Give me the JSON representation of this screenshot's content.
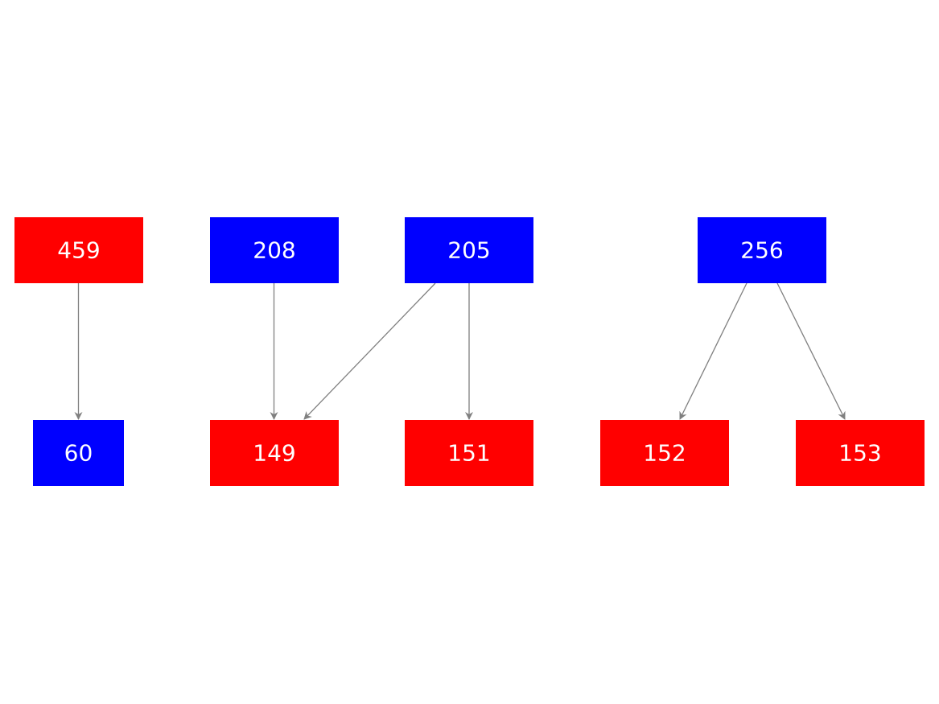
{
  "colors": {
    "red": "#ff0000",
    "blue": "#0000ff",
    "edge": "#808080",
    "label": "#ffffff"
  },
  "nodes": [
    {
      "id": "n459",
      "label": "459",
      "color": "red"
    },
    {
      "id": "n208",
      "label": "208",
      "color": "blue"
    },
    {
      "id": "n205",
      "label": "205",
      "color": "blue"
    },
    {
      "id": "n256",
      "label": "256",
      "color": "blue"
    },
    {
      "id": "n60",
      "label": "60",
      "color": "blue"
    },
    {
      "id": "n149",
      "label": "149",
      "color": "red"
    },
    {
      "id": "n151",
      "label": "151",
      "color": "red"
    },
    {
      "id": "n152",
      "label": "152",
      "color": "red"
    },
    {
      "id": "n153",
      "label": "153",
      "color": "red"
    }
  ],
  "edges": [
    {
      "from": "n459",
      "to": "n60"
    },
    {
      "from": "n208",
      "to": "n149"
    },
    {
      "from": "n205",
      "to": "n149"
    },
    {
      "from": "n205",
      "to": "n151"
    },
    {
      "from": "n256",
      "to": "n152"
    },
    {
      "from": "n256",
      "to": "n153"
    }
  ]
}
